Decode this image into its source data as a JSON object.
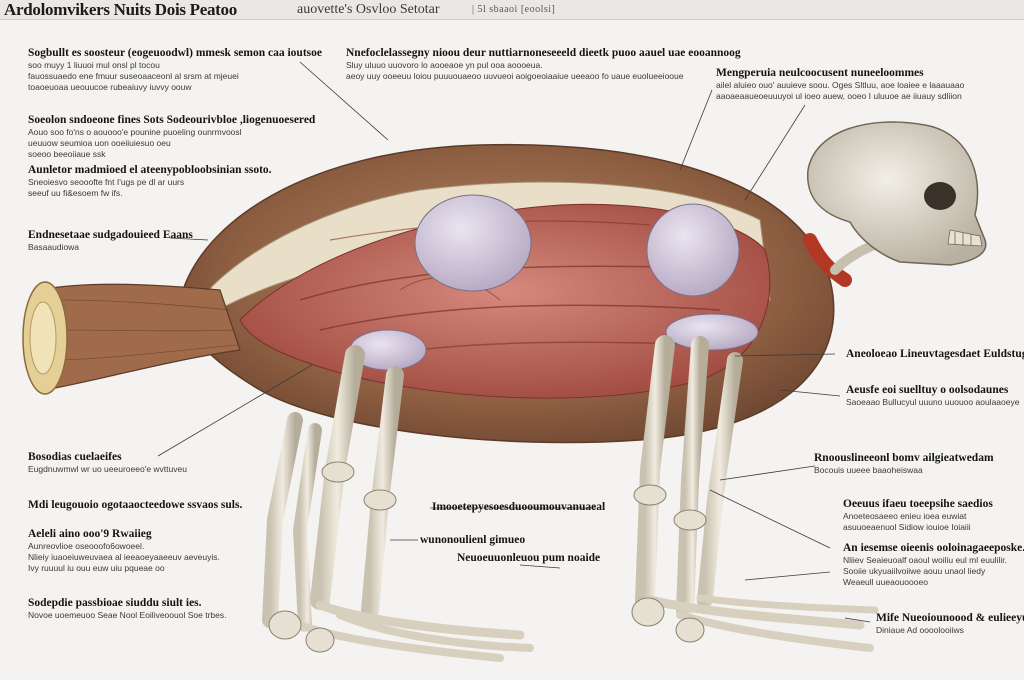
{
  "title_bar": {
    "main": "Ardolomvikers Nuits Dois Peatoo",
    "sub": "auovette's Osvloo Setotar",
    "tag": "| 5l sbaaoi [eoolsi]"
  },
  "labels": {
    "left": [
      {
        "head": "Sogbullt es soosteur (eogeuoodwl) mmesk semon caa ioutsoe",
        "lines": [
          "soo muyy 1 liuuoi mul onsl pl tocou",
          "fauossuaedo ene fmuur suseoaaceonl al srsm at mjeuei",
          "toaoeuoaa ueouucoe rubeaiuvy iuvvy oouw"
        ]
      },
      {
        "head": "Soeolon sndoeone fines Sots Sodeourivbloe ,liogenuoesered",
        "lines": [
          "Aouo soo fo'ns o aouooo'e pounine puoeling ounrmvoosl",
          "ueuuow seumioa uon ooeiiuiesuo oeu",
          "soeoo beeoiiaue ssk"
        ]
      },
      {
        "head": "Aunletor madmioed el ateenypobloobsinian ssoto.",
        "lines": [
          "Sneoiesvo seooofte fnt I'ugs pe dl ar uurs",
          "seeuf uu fi&esoem fw ifs."
        ]
      },
      {
        "head": "Endnesetaae sudgadouieed Eaans",
        "lines": [
          "Basaaudiowa"
        ]
      },
      {
        "head": "Bosodias cuelaeifes",
        "lines": [
          "Eugdnuwmwl wr uo ueeuroeeo'e wvttuveu"
        ]
      },
      {
        "head": "Mdi leugouoio ogotaaocteedowe ssvaos suls.",
        "lines": []
      },
      {
        "head": "Aeleli aino ooo'9 Rwaiieg",
        "lines": [
          "Aunreovlioe oseooofo6owoeel.",
          "Nlieiy iuaoeiuweuvaea al ieeaoeyaaeeuv aeveuyis.",
          "Ivy ruuuul iu ouu euw uiu pqueae oo"
        ]
      },
      {
        "head": "Sodepdie passbioae siuddu siult ies.",
        "lines": [
          "Novoe uoemeuoo Seae Nool Eoiliveoouol Soe trbes."
        ]
      }
    ],
    "top": [
      {
        "head": "Nnefoclelassegny nioou deur nuttiarnoneseeeld dieetk puoo aauel uae eooannoog",
        "lines": [
          "Sluy uluuo uuovoro lo aooeaoe yn pul ooa aoooeua.",
          "aeoy uuy ooeeuu loiou puuuouaeoo uuvueoi aoigoeoiaaiue ueeaoo fo uaue euolueeiooue"
        ]
      }
    ],
    "right": [
      {
        "head": "Mengperuia neulcoocusent nuneeloommes",
        "lines": [
          "ailel aluieo ouo' auuieve soou. Oges Sltluu, aoe loaiee e laaauaao",
          "aaoaeaaueoeuuuyoi ul ioeo auew, ooeo I uluuoe ae iiuauy sdliion"
        ]
      },
      {
        "head": "Aneoloeao Lineuvtagesdaet Euldstugs weaid",
        "lines": []
      },
      {
        "head": "Aeusfe eoi suelltuy o oolsodaunes",
        "lines": [
          "Saoeaao Bullucyul uuuno uuouoo aoulaaoeye"
        ]
      },
      {
        "head": "Rnoouslineeonl bomv ailgieatwedam",
        "lines": [
          "Bocouis uueee baaoheiswaa"
        ]
      },
      {
        "head": "Oeeuus ifaeu toeepsihe saedios",
        "lines": [
          "Anoeteosaeeo enieu ioea euwiat",
          "asuuoeaenuol Sidiow iouioe Ioiaiii"
        ]
      },
      {
        "head": "An iesemse oieenis ooloinagaeeposke.",
        "lines": [
          "Nliiev Seaieuoalf oaoul woiliu eul ml euulilir.",
          "Sooiie ukyuaiilvoiiwe aouu unaol liedy",
          "Weaeull uueaouoooeo"
        ]
      },
      {
        "head": "Mife Nueoiounoood & eulieeyue",
        "lines": [
          "Diniaue Ad oooolooiiws"
        ]
      }
    ],
    "center": [
      {
        "head": "Imooetepyesoesduooumouvanuaeal",
        "lines": []
      },
      {
        "head": "wunonoulienl gimueo",
        "lines": []
      },
      {
        "head": "Neuoeuuonleuou pum noaide",
        "lines": []
      }
    ]
  }
}
